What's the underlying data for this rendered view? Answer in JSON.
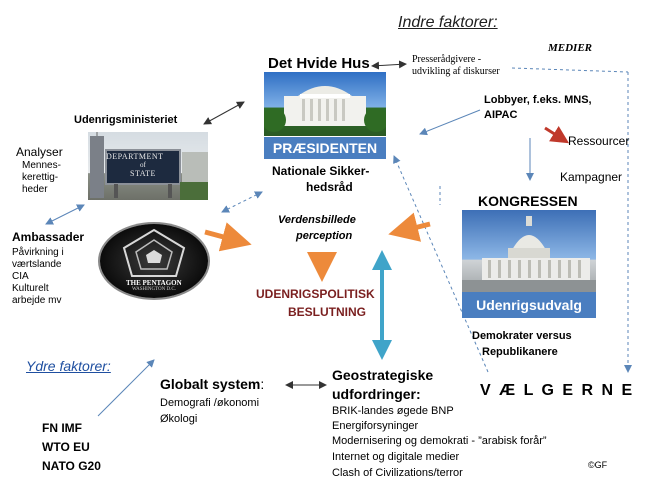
{
  "inner_title": "Indre faktorer:",
  "outer_title": "Ydre faktorer:",
  "medier": "MEDIER",
  "white_house": {
    "title": "Det Hvide Hus",
    "label": "PRÆSIDENTEN"
  },
  "press": {
    "line1": "Presserådgivere  -",
    "line2": "udvikling  af diskurser"
  },
  "security_council": {
    "line1": "Nationale  Sikker-",
    "line2": "hedsråd"
  },
  "lobby": {
    "line1": "Lobbyer, f.eks. MNS,",
    "line2": "AIPAC"
  },
  "resources": "Ressourcer",
  "campaigns": "Kampagner",
  "state_dept": {
    "title": "Udenrigsministeriet",
    "sign_line1": "DEPARTMENT",
    "sign_line2": "of",
    "sign_line3": "STATE"
  },
  "analyses": {
    "line1": "Analyser",
    "line2": "Mennes-",
    "line3": "kerettig-",
    "line4": "heder"
  },
  "embassies": {
    "title": "Ambassader",
    "line1": "Påvirkning i",
    "line2": "værtslande",
    "line3": "CIA",
    "line4": "Kulturelt",
    "line5": "arbejde mv"
  },
  "pentagon": {
    "line1": "THE PENTAGON",
    "line2": "WASHINGTON D.C."
  },
  "worldview": {
    "line1": "Verdensbillede",
    "line2": "perception"
  },
  "decision": {
    "line1": "UDENRIGSPOLITISK",
    "line2": "BESLUTNING"
  },
  "congress": {
    "title": "KONGRESSEN",
    "label": "Udenrigsudvalg"
  },
  "parties": {
    "line1": "Demokrater versus",
    "line2": "Republikanere"
  },
  "voters": "V Æ L G E R N E",
  "global_system": {
    "title": "Globalt system",
    "colon": ":",
    "line1": "Demografi /økonomi",
    "line2": "Økologi"
  },
  "geostrategic": {
    "title1": "Geostrategiske",
    "title2": "udfordringer:",
    "items": [
      "BRIK-landes øgede BNP",
      "Energiforsyninger",
      "Modernisering og demokrati - ”arabisk forår”",
      "Internet og digitale medier",
      "Clash of Civilizations/terror"
    ]
  },
  "orgs": {
    "row1": "FN   IMF",
    "row2": "WTO   EU",
    "row3": "NATO   G20"
  },
  "copyright": "©GF",
  "colors": {
    "orange": "#ed8a3b",
    "teal": "#3fa4c9",
    "blue_line": "#5b86b8",
    "red": "#c0392b",
    "bar_blue": "#4a7ec0",
    "title_blue": "#1f4fa0"
  }
}
